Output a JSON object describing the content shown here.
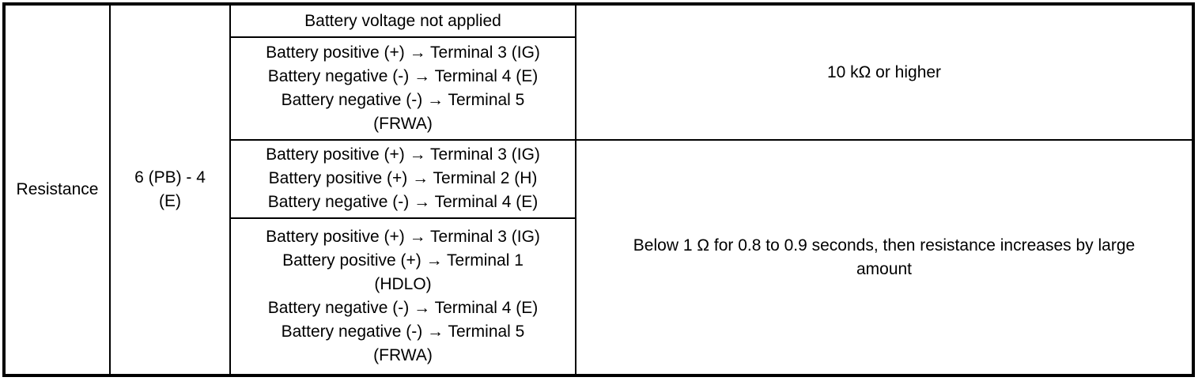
{
  "colors": {
    "border": "#000000",
    "text": "#000000",
    "background": "#ffffff"
  },
  "table": {
    "measurement": "Resistance",
    "tester_connection_lines": [
      "6 (PB) - 4",
      "(E)"
    ],
    "conditions": [
      {
        "lines": [
          "Battery voltage not applied"
        ]
      },
      {
        "lines": [
          "Battery positive (+) → Terminal 3 (IG)",
          "Battery negative (-) → Terminal 4 (E)",
          "Battery negative (-) → Terminal 5",
          "(FRWA)"
        ]
      },
      {
        "lines": [
          "Battery positive (+) → Terminal 3 (IG)",
          "Battery positive (+) → Terminal 2 (H)",
          "Battery negative (-) → Terminal 4 (E)"
        ]
      },
      {
        "lines": [
          "Battery positive (+) → Terminal 3 (IG)",
          "Battery positive (+) → Terminal 1",
          "(HDLO)",
          "Battery negative (-) → Terminal 4 (E)",
          "Battery negative (-) → Terminal 5",
          "(FRWA)"
        ]
      }
    ],
    "results": [
      {
        "lines": [
          "10 kΩ or higher"
        ]
      },
      {
        "lines": [
          "Below 1 Ω for 0.8 to 0.9 seconds, then resistance increases by large",
          "amount"
        ]
      }
    ]
  }
}
